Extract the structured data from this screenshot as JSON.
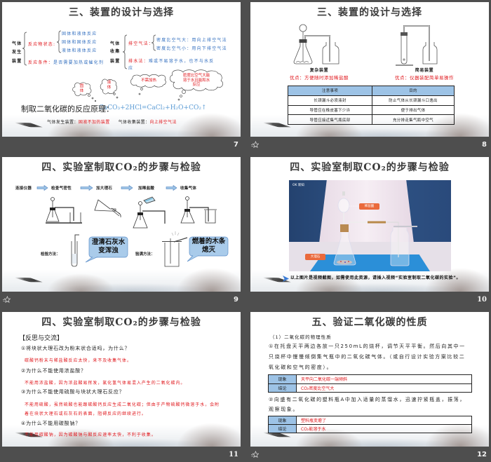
{
  "colors": {
    "page_background": "#4e4e4e",
    "red_text": "#e0161b",
    "blue_text": "#3470c0",
    "table_header": "#9dc3e6",
    "callout_fill": "#a9cbea"
  },
  "slides": [
    {
      "number": "7",
      "title": "三、装置的设计与选择",
      "generation": {
        "label": [
          "气体",
          "发生",
          "装置"
        ],
        "state_label": "反应物状态:",
        "states": [
          "固体和液体反应",
          "固体和固体反应",
          "液体和液体反应"
        ],
        "condition_label": "反应条件：",
        "condition_text": "是否需要加热或催化剂"
      },
      "collection": {
        "label": [
          "气体",
          "收集",
          "装置"
        ],
        "air_label": "排空气法：",
        "air_methods": [
          "密度比空气大：用向上排空气法",
          "密度比空气小：用向下排空气法"
        ],
        "water_label": "排水法：",
        "water_text": "难或不易溶于水，也不与水反应"
      },
      "clouds": [
        "固体",
        "液体",
        "不需加热",
        "密度比空气大能溶于水且能和水反应"
      ],
      "principle_label": "制取二氧化碳的反应原理：",
      "equation": "CaCO₃+2HCl=CaCl₂+H₂O+CO₂↑",
      "summary": {
        "generation_label": "气体发生装置：",
        "generation_value": "固液不加热装置",
        "collection_label": "气体收集装置：",
        "collection_value": "向上排空气法"
      }
    },
    {
      "number": "8",
      "title": "三、装置的设计与选择",
      "devices": [
        {
          "name": "复杂装置",
          "advantage": "优点：方便随时添加稀盐酸"
        },
        {
          "name": "简易装置",
          "advantage": "优点：仪器装配简单易操作"
        }
      ],
      "table": {
        "headers": [
          "注意事项",
          "目的"
        ],
        "rows": [
          [
            "长颈漏斗必须液封",
            "防止气体从长颈漏斗口逸出"
          ],
          [
            "导管应在橡皮塞下少许",
            "便于排出气体"
          ],
          [
            "导管应接近集气瓶底部",
            "充分排走集气瓶中空气"
          ]
        ]
      }
    },
    {
      "number": "9",
      "title": "四、实验室制取CO₂的步骤与检验",
      "steps": [
        "连接仪器",
        "检查气密性",
        "加大理石",
        "加稀盐酸",
        "收集气体"
      ],
      "test": {
        "label": "检验方法：",
        "callout": [
          "澄清石灰水",
          "变浑浊"
        ]
      },
      "full_check": {
        "label": "验满方法：",
        "callout": [
          "燃着的木条",
          "熄灭"
        ]
      }
    },
    {
      "number": "10",
      "title": "四、实验室制取CO₂的步骤与检验",
      "photo": {
        "logo": "OK 新知",
        "labels": [
          "稀盐酸",
          "大理石"
        ]
      },
      "caption": "以上图片是视频截图，如需使用此资源，请插入视频“实验室制取二氧化碳的实验”。"
    },
    {
      "number": "11",
      "title": "四、实验室制取CO₂的步骤与检验",
      "heading": "【反思与交流】",
      "qa": [
        {
          "q": "①将块状大理石改为粉末状合适吗，为什么？",
          "a": "碳酸钙粉末与稀盐酸反应太快，来不及收集气体。"
        },
        {
          "q": "②为什么不能使用浓盐酸？",
          "a": "不能用浓盐酸，因为浓盐酸易挥发，氯化氢气体易混入产生的二氧化碳内。"
        },
        {
          "q": "③为什么不能使用硫酸与块状大理石反应？",
          "a": "不能用硫酸，虽然硫酸也能跟碳酸钙反应生成二氧化碳；但由于产物硫酸钙微溶于水，会附着在块状大理石或石灰石的表面，阻碍反应的继续进行。"
        },
        {
          "q": "④为什么不能用碳酸钠？",
          "a": "不能用碳酸钠，因为碳酸钠与酸反应速率太快，不利于收集。"
        }
      ]
    },
    {
      "number": "12",
      "title": "五、验证二氧化碳的性质",
      "subheading": "（1）二氧化碳的物理性质",
      "experiments": [
        {
          "text": "①在托盘天平两边各放一只250mL的烧杯，调节天平平衡。然后向其中一只烧杯中慢慢倾倒集气瓶中的二氧化碳气体。（或自行设计实验方案比较二氧化碳和空气的密度）。",
          "rows": [
            [
              "现象",
              "天平向二氧化碳一端倾斜"
            ],
            [
              "结论",
              "CO₂密度比空气大"
            ]
          ]
        },
        {
          "text": "②向盛有二氧化碳的塑料瓶A中加入适量的蒸馏水，迅速拧紧瓶盖，振荡，观察现象。",
          "rows": [
            [
              "现象",
              "塑料瓶变瘪了"
            ],
            [
              "结论",
              "CO₂能溶于水"
            ]
          ]
        }
      ]
    }
  ]
}
